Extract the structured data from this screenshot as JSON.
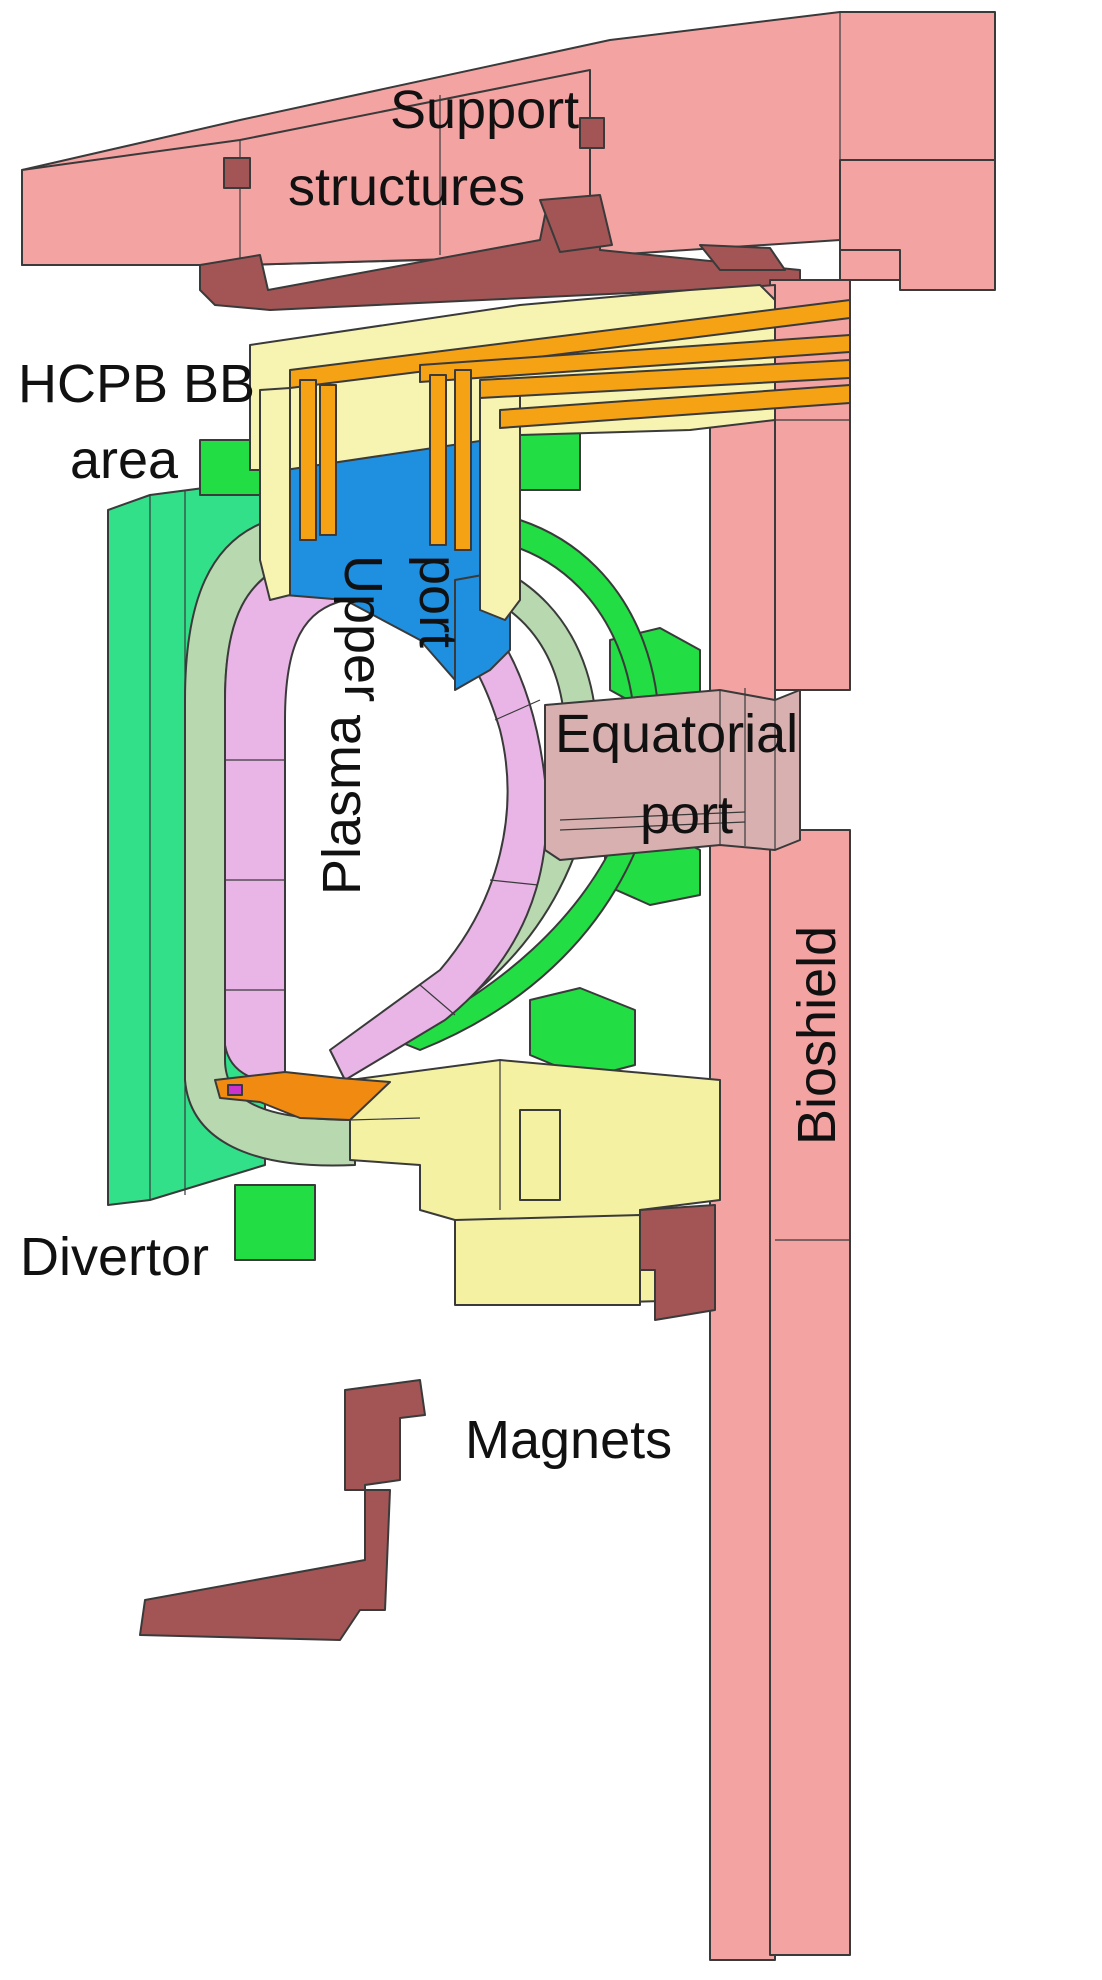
{
  "labels": {
    "support": [
      "Support",
      "structures"
    ],
    "hcpb": [
      "HCPB BB",
      "area"
    ],
    "upper_port": [
      "Upper",
      "port"
    ],
    "plasma": "Plasma",
    "equatorial": [
      "Equatorial",
      "port"
    ],
    "bioshield": "Bioshield",
    "divertor": "Divertor",
    "magnets": "Magnets"
  },
  "colors": {
    "support_structures": "#f4a3a3",
    "support_dark": "#a35555",
    "upper_port_frame": "#f7f3b0",
    "pipes": "#f5a214",
    "upper_port_block": "#1f8fe0",
    "magnets": "#22dd44",
    "outer_coil": "#33e08a",
    "blanket": "#e8b5e6",
    "vessel": "#b8d8b0",
    "divertor": "#f08a10",
    "equatorial_port": "#d9b0b0",
    "lower_structure": "#f4f1a2",
    "bioshield": "#f4a3a3"
  }
}
